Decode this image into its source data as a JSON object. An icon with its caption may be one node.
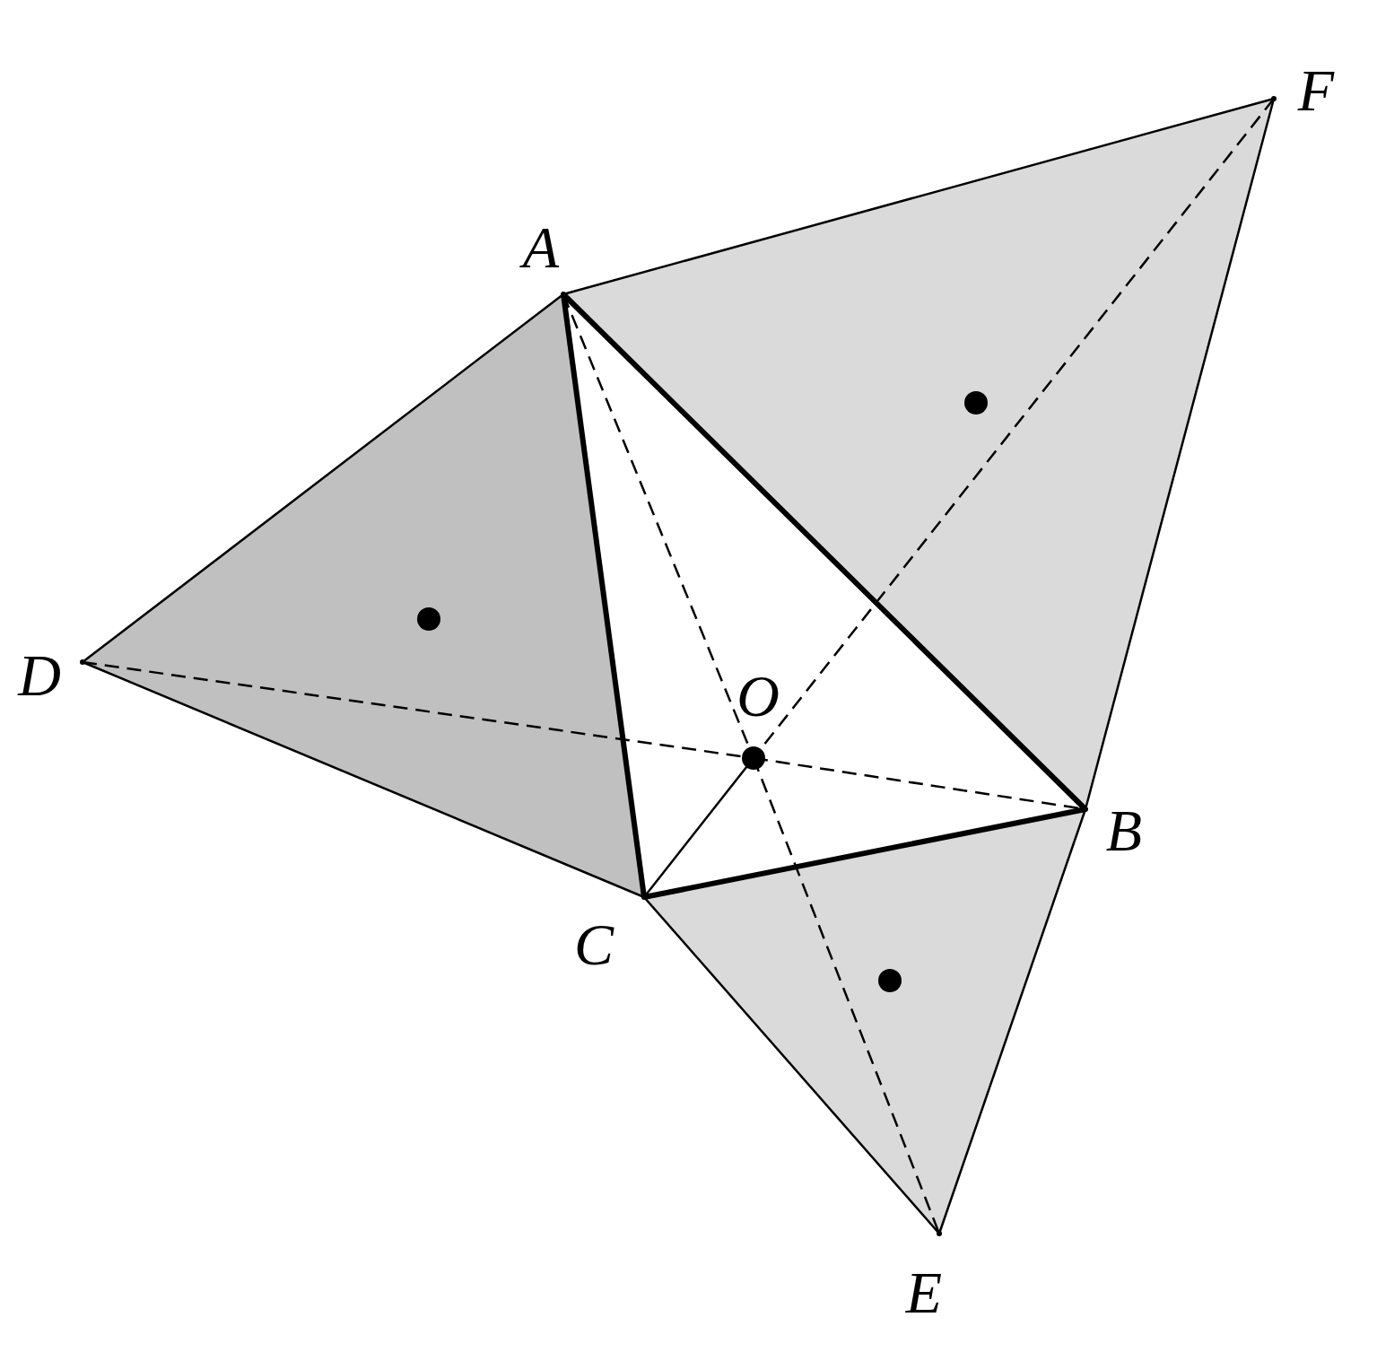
{
  "diagram": {
    "nodes": [
      {
        "text": [
          "A"
        ]
      },
      {
        "text": [
          "B"
        ]
      },
      {
        "text": [
          "C"
        ]
      },
      {
        "text": [
          "D"
        ]
      },
      {
        "text": [
          "E"
        ]
      },
      {
        "text": [
          "F"
        ]
      },
      {
        "text": [
          "O"
        ]
      },
      {
        "text": [],
        "shape": "circle"
      },
      {
        "text": [],
        "shape": "circle"
      },
      {
        "text": [],
        "shape": "circle"
      }
    ],
    "edges": [
      {
        "from": 0,
        "to": 1,
        "arrow": "none",
        "style": "thick"
      },
      {
        "from": 1,
        "to": 2,
        "arrow": "none",
        "style": "thick"
      },
      {
        "from": 2,
        "to": 0,
        "arrow": "none",
        "style": "thick"
      },
      {
        "from": 0,
        "to": 3,
        "arrow": "none"
      },
      {
        "from": 3,
        "to": 2,
        "arrow": "none"
      },
      {
        "from": 0,
        "to": 5,
        "arrow": "none"
      },
      {
        "from": 5,
        "to": 1,
        "arrow": "none"
      },
      {
        "from": 2,
        "to": 4,
        "arrow": "none"
      },
      {
        "from": 4,
        "to": 1,
        "arrow": "none"
      },
      {
        "from": 3,
        "to": 6,
        "arrow": "none",
        "style": "dashed"
      },
      {
        "from": 6,
        "to": 1,
        "arrow": "none",
        "style": "dashed"
      },
      {
        "from": 0,
        "to": 6,
        "arrow": "none",
        "style": "dashed"
      },
      {
        "from": 6,
        "to": 4,
        "arrow": "none",
        "style": "dashed"
      },
      {
        "from": 5,
        "to": 6,
        "arrow": "none",
        "style": "dashed"
      },
      {
        "from": 6,
        "to": 2,
        "arrow": "none"
      }
    ]
  }
}
